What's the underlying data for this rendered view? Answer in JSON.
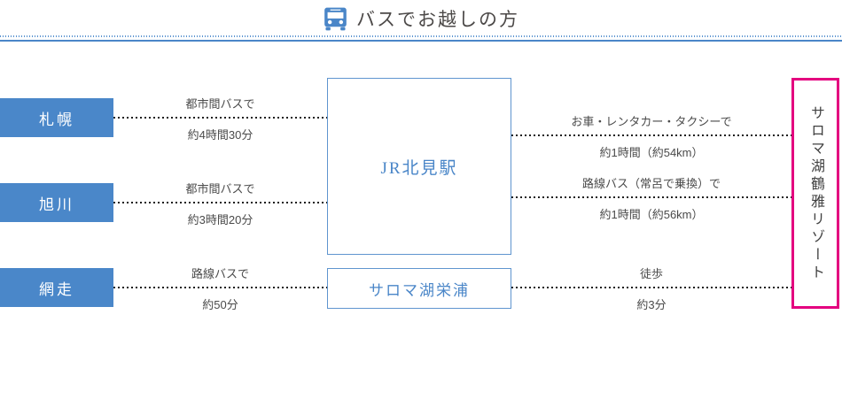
{
  "header": {
    "title": "バスでお越しの方",
    "icon": "bus-icon"
  },
  "colors": {
    "accent_blue": "#4a86c8",
    "origin_box_blue": "#4a87c9",
    "hub_border_blue": "#5f95cf",
    "destination_pink": "#e4007f",
    "title_text": "#4c4948",
    "label_text": "#4a4a4a"
  },
  "origins": [
    {
      "label": "札幌"
    },
    {
      "label": "旭川"
    },
    {
      "label": "網走"
    }
  ],
  "hubs": [
    {
      "label": "JR北見駅"
    },
    {
      "label": "サロマ湖栄浦"
    }
  ],
  "destination": {
    "label": "サロマ湖鶴雅リゾート"
  },
  "routes": [
    {
      "from": "札幌",
      "to": "JR北見駅",
      "method": "都市間バスで",
      "duration": "約4時間30分"
    },
    {
      "from": "旭川",
      "to": "JR北見駅",
      "method": "都市間バスで",
      "duration": "約3時間20分"
    },
    {
      "from": "網走",
      "to": "サロマ湖栄浦",
      "method": "路線バスで",
      "duration": "約50分"
    },
    {
      "from": "JR北見駅",
      "to": "サロマ湖鶴雅リゾート",
      "method": "お車・レンタカー・タクシーで",
      "duration": "約1時間（約54km）"
    },
    {
      "from": "JR北見駅",
      "to": "サロマ湖鶴雅リゾート",
      "method": "路線バス（常呂で乗換）で",
      "duration": "約1時間（約56km）"
    },
    {
      "from": "サロマ湖栄浦",
      "to": "サロマ湖鶴雅リゾート",
      "method": "徒歩",
      "duration": "約3分"
    }
  ]
}
